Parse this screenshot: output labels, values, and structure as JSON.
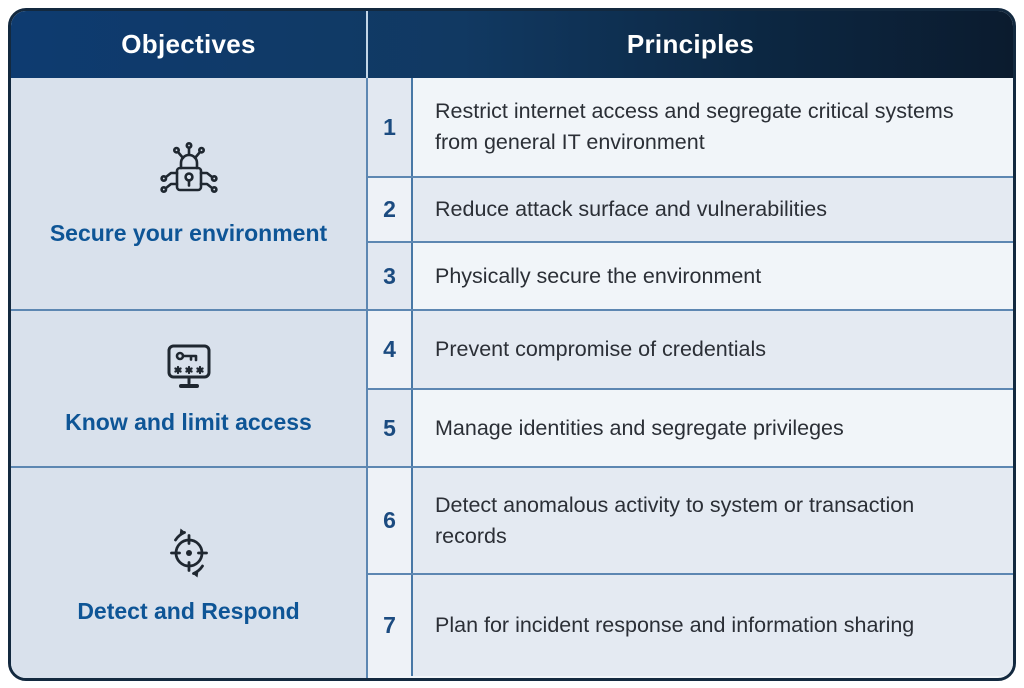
{
  "header": {
    "objectives": "Objectives",
    "principles": "Principles"
  },
  "table": {
    "groups": [
      {
        "label": "Secure your environment",
        "icon": "circuit-lock-icon",
        "principles": [
          {
            "number": "1",
            "text": "Restrict internet access and segregate critical systems from general IT environment"
          },
          {
            "number": "2",
            "text": "Reduce attack surface and vulnerabilities"
          },
          {
            "number": "3",
            "text": "Physically secure the environment"
          }
        ]
      },
      {
        "label": "Know and limit access",
        "icon": "monitor-key-icon",
        "principles": [
          {
            "number": "4",
            "text": "Prevent compromise of credentials"
          },
          {
            "number": "5",
            "text": "Manage identities and segregate privileges"
          }
        ]
      },
      {
        "label": "Detect and Respond",
        "icon": "detect-respond-icon",
        "principles": [
          {
            "number": "6",
            "text": "Detect anomalous activity to system or transaction records"
          },
          {
            "number": "7",
            "text": "Plan for incident response and information sharing"
          }
        ]
      }
    ]
  },
  "colors": {
    "header_gradient_start": "#0e3b70",
    "header_gradient_end": "#0b1b2e",
    "header_text": "#ffffff",
    "objective_column_bg": "#d9e1ec",
    "objective_label": "#0e5596",
    "number_text": "#1b4b80",
    "principle_text": "#2b2f36",
    "row_light_bg": "#f1f5f9",
    "row_dark_bg": "#e4eaf2",
    "divider_blue": "#5d87b2",
    "outer_border": "#13293f"
  }
}
